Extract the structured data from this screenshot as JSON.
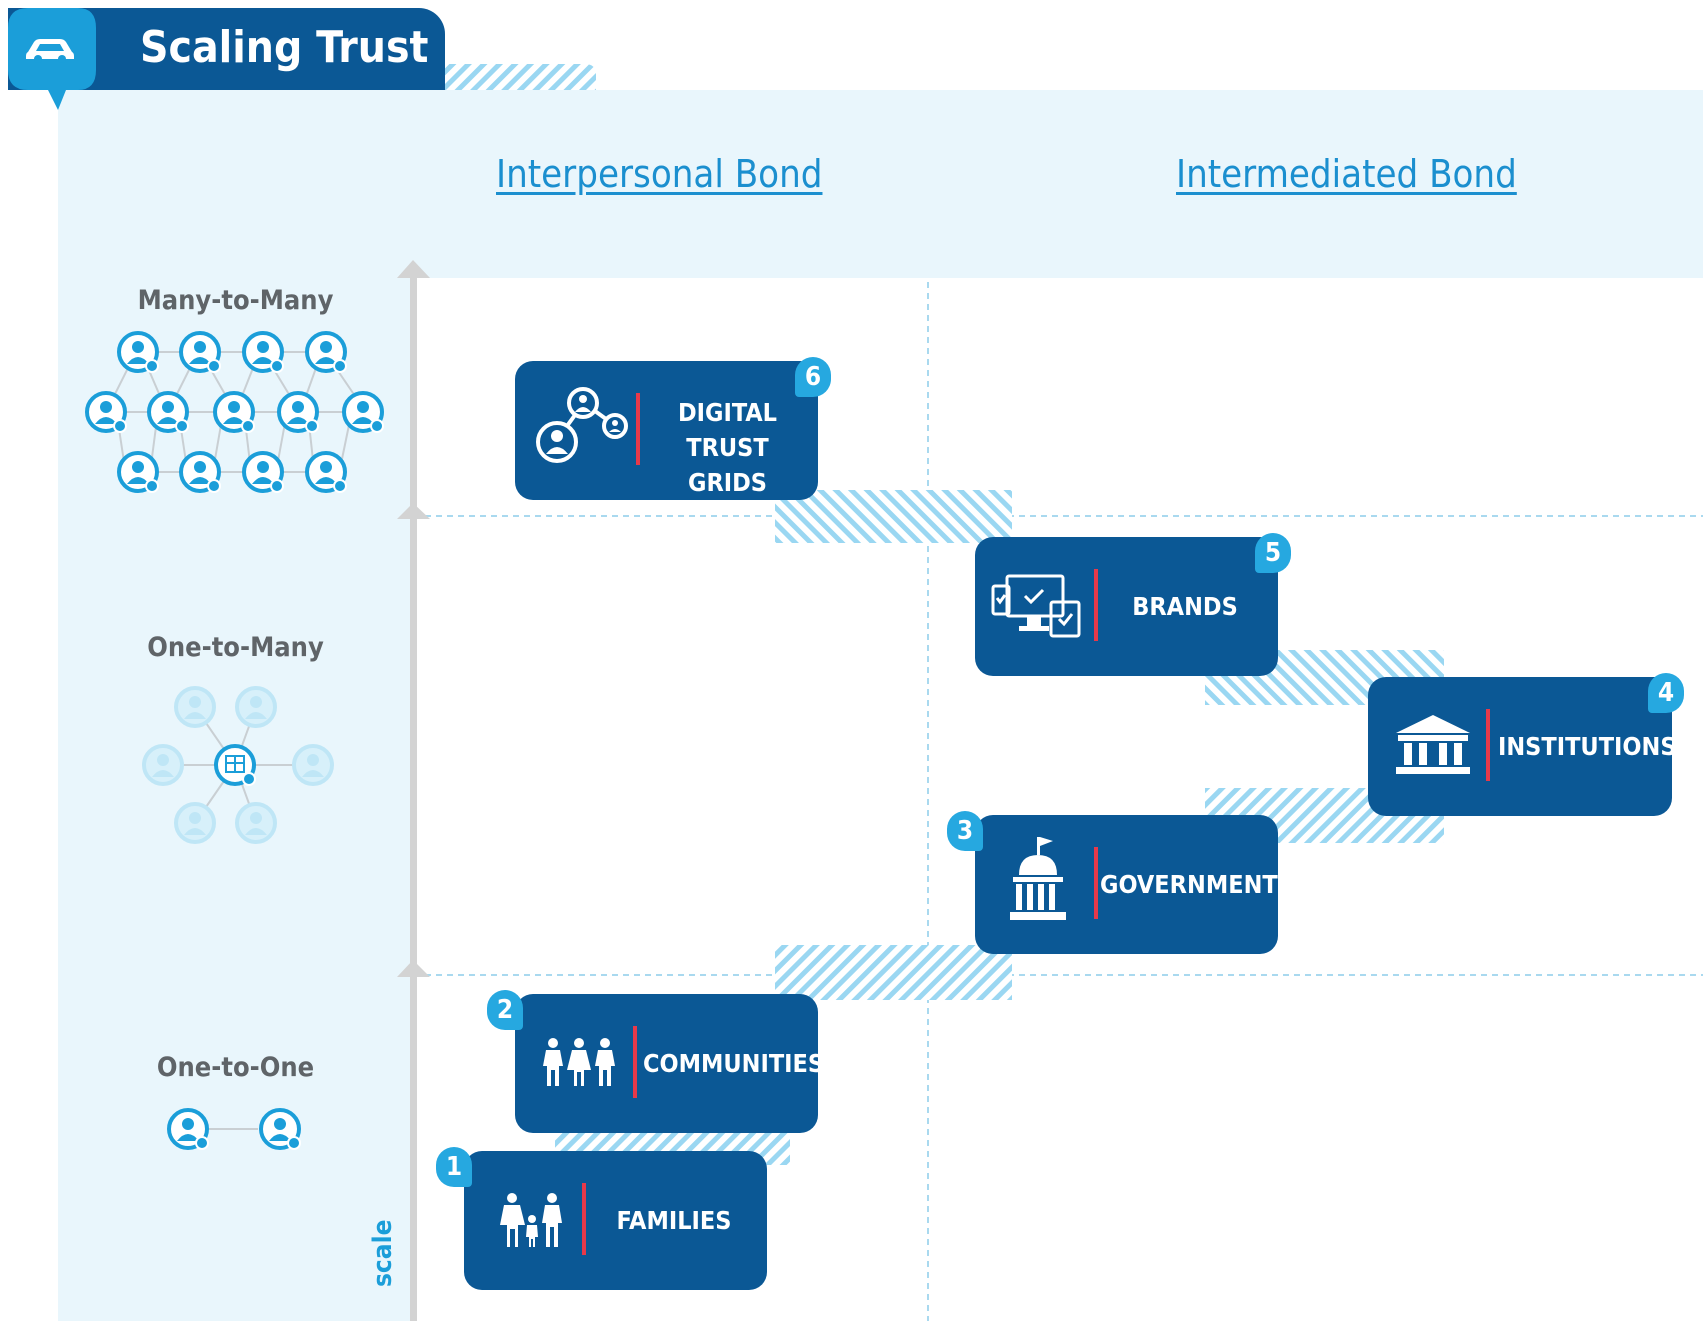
{
  "title": "Scaling Trust",
  "title_icon": "car-icon",
  "columns": [
    {
      "label": "Interpersonal Bond"
    },
    {
      "label": "Intermediated Bond"
    }
  ],
  "rows": [
    {
      "label": "Many-to-Many"
    },
    {
      "label": "One-to-Many"
    },
    {
      "label": "One-to-One"
    }
  ],
  "axis_label": "scale",
  "cards": [
    {
      "num": "1",
      "label": "FAMILIES",
      "icon": "family-icon"
    },
    {
      "num": "2",
      "label": "COMMUNITIES",
      "icon": "community-people-icon"
    },
    {
      "num": "3",
      "label": "GOVERNMENTS",
      "icon": "capitol-building-icon"
    },
    {
      "num": "4",
      "label": "INSTITUTIONS",
      "icon": "institution-columns-icon"
    },
    {
      "num": "5",
      "label": "BRANDS",
      "icon": "devices-check-icon"
    },
    {
      "num": "6",
      "label": "DIGITAL\nTRUST GRIDS",
      "icon": "connected-users-icon"
    }
  ],
  "colors": {
    "navy": "#0b5895",
    "accent_blue": "#1b9ed9",
    "light_panel": "#e9f6fc",
    "divider_red": "#e8394a",
    "hatch": "#9ad7f2"
  }
}
